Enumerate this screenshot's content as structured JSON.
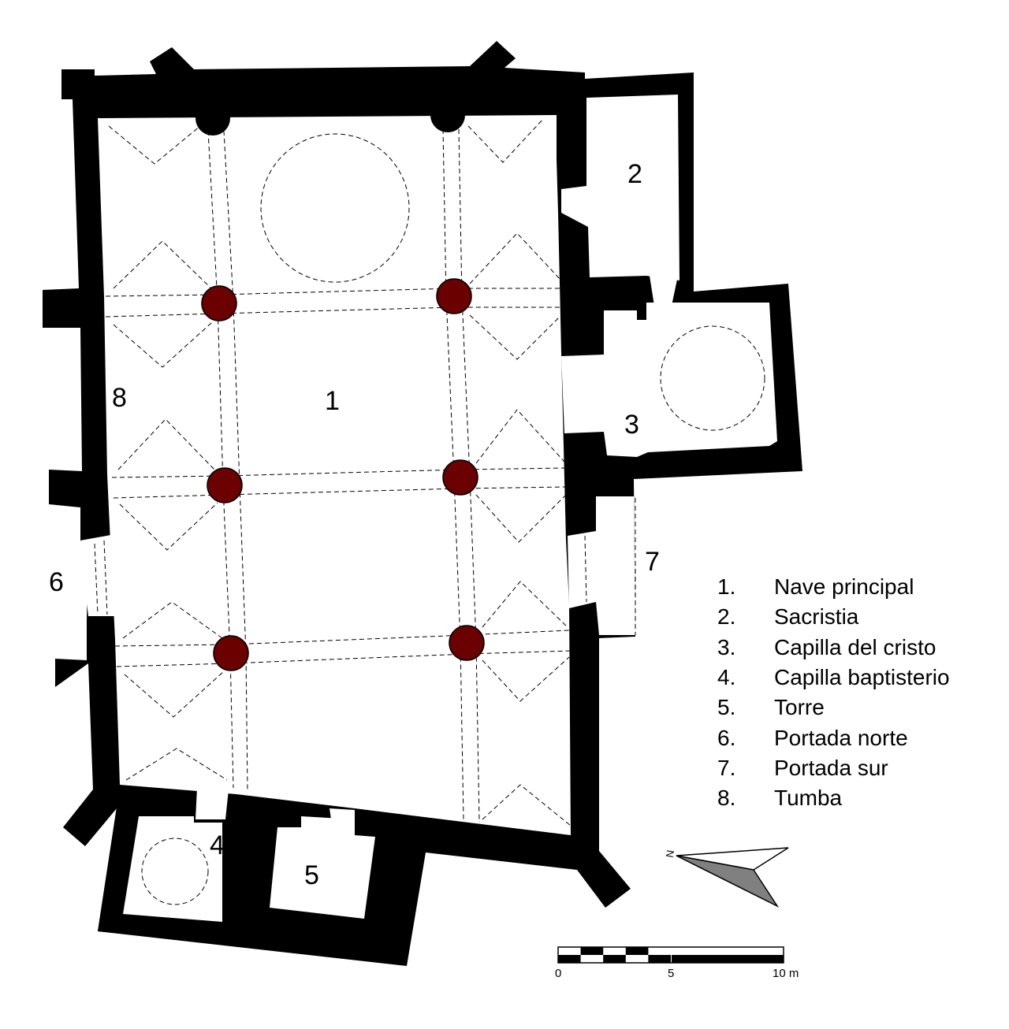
{
  "colors": {
    "wall": "#000000",
    "floor": "#ffffff",
    "pillar": "#6b0000",
    "compass_dark": "#808080"
  },
  "rooms": [
    {
      "label": "1"
    },
    {
      "label": "2"
    },
    {
      "label": "3"
    },
    {
      "label": "4"
    },
    {
      "label": "5"
    },
    {
      "label": "6"
    },
    {
      "label": "7"
    },
    {
      "label": "8"
    }
  ],
  "legend": [
    {
      "num": "1.",
      "text": "Nave principal"
    },
    {
      "num": "2.",
      "text": "Sacristia"
    },
    {
      "num": "3.",
      "text": "Capilla del cristo"
    },
    {
      "num": "4.",
      "text": "Capilla baptisterio"
    },
    {
      "num": "5.",
      "text": "Torre"
    },
    {
      "num": "6.",
      "text": "Portada norte"
    },
    {
      "num": "7.",
      "text": "Portada sur"
    },
    {
      "num": "8.",
      "text": "Tumba"
    }
  ],
  "compass": {
    "label": "N"
  },
  "scale": {
    "ticks": [
      "0",
      "5",
      "10 m"
    ]
  }
}
